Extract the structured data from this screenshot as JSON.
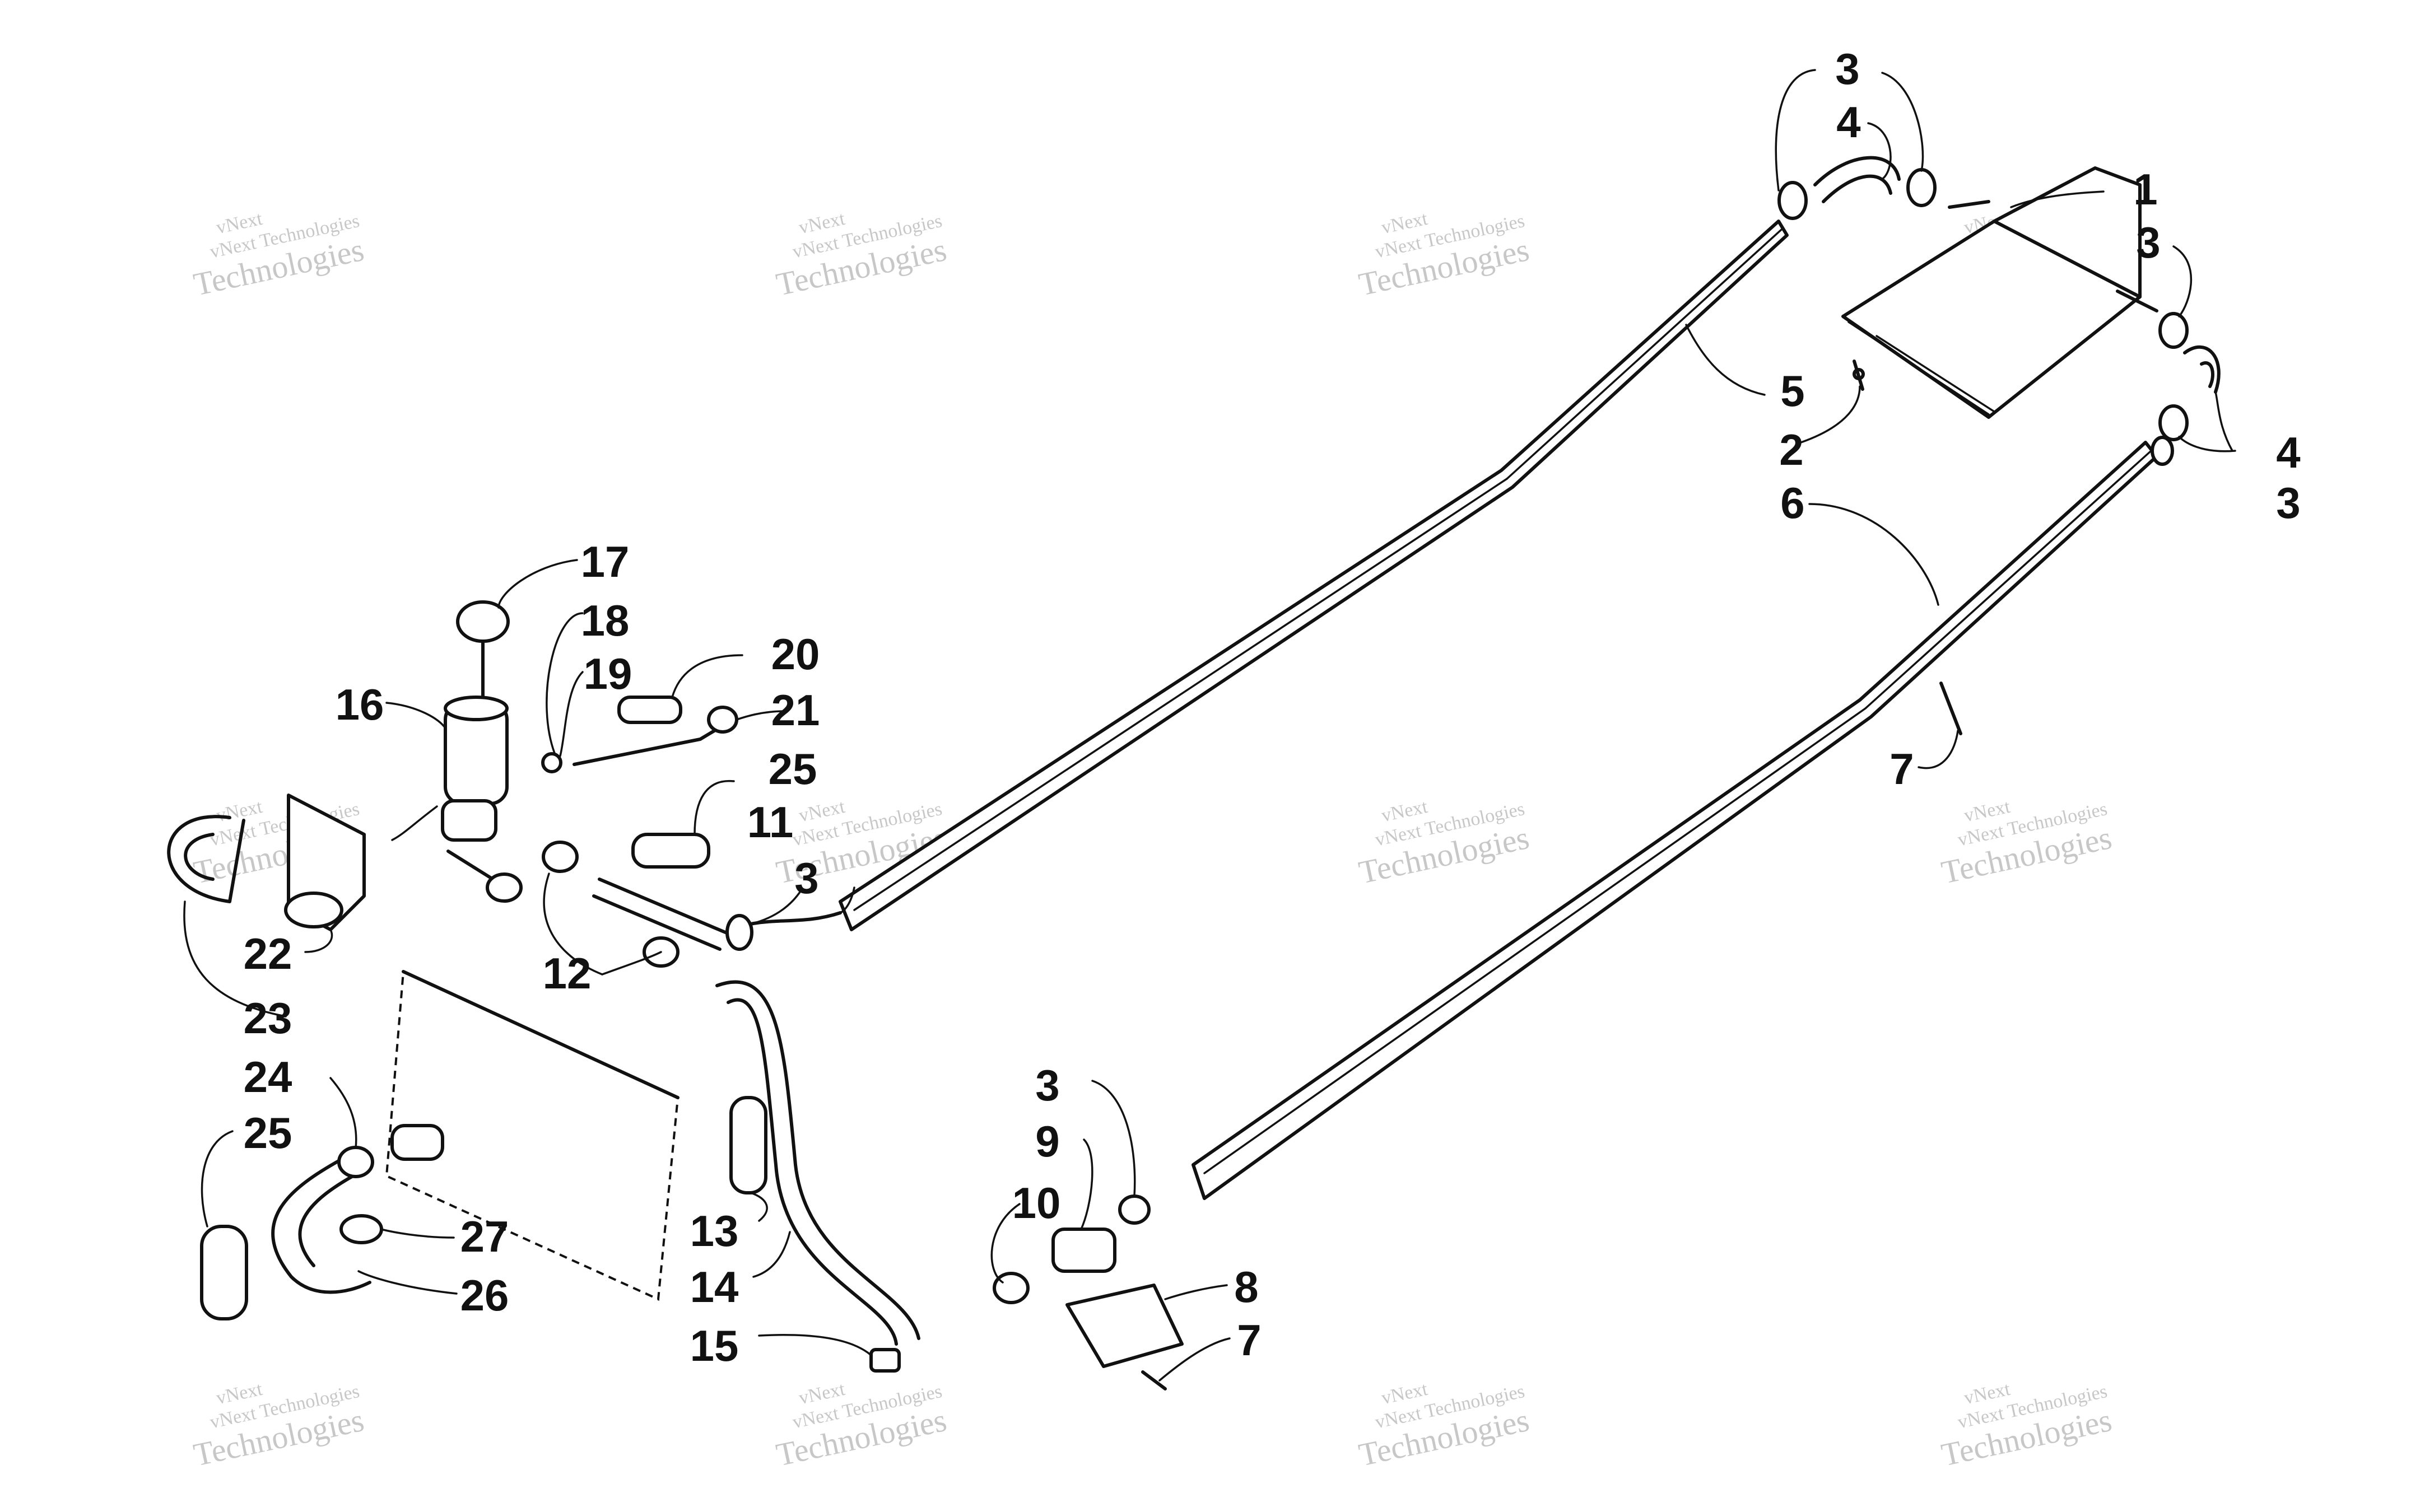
{
  "watermark": {
    "brand": "vNext",
    "line1": "vNext Technologies",
    "line2": "Technologies"
  },
  "callouts": [
    {
      "id": "c1",
      "label": "1"
    },
    {
      "id": "c2",
      "label": "2"
    },
    {
      "id": "c3a",
      "label": "3"
    },
    {
      "id": "c3b",
      "label": "3"
    },
    {
      "id": "c3c",
      "label": "3"
    },
    {
      "id": "c3d",
      "label": "3"
    },
    {
      "id": "c3e",
      "label": "3"
    },
    {
      "id": "c4a",
      "label": "4"
    },
    {
      "id": "c4b",
      "label": "4"
    },
    {
      "id": "c5",
      "label": "5"
    },
    {
      "id": "c6",
      "label": "6"
    },
    {
      "id": "c7a",
      "label": "7"
    },
    {
      "id": "c7b",
      "label": "7"
    },
    {
      "id": "c8",
      "label": "8"
    },
    {
      "id": "c9",
      "label": "9"
    },
    {
      "id": "c10",
      "label": "10"
    },
    {
      "id": "c11",
      "label": "11"
    },
    {
      "id": "c12",
      "label": "12"
    },
    {
      "id": "c13",
      "label": "13"
    },
    {
      "id": "c14",
      "label": "14"
    },
    {
      "id": "c15",
      "label": "15"
    },
    {
      "id": "c16",
      "label": "16"
    },
    {
      "id": "c17",
      "label": "17"
    },
    {
      "id": "c18",
      "label": "18"
    },
    {
      "id": "c19",
      "label": "19"
    },
    {
      "id": "c20",
      "label": "20"
    },
    {
      "id": "c21",
      "label": "21"
    },
    {
      "id": "c22",
      "label": "22"
    },
    {
      "id": "c23",
      "label": "23"
    },
    {
      "id": "c24",
      "label": "24"
    },
    {
      "id": "c25a",
      "label": "25"
    },
    {
      "id": "c25b",
      "label": "25"
    },
    {
      "id": "c26",
      "label": "26"
    },
    {
      "id": "c27",
      "label": "27"
    }
  ]
}
